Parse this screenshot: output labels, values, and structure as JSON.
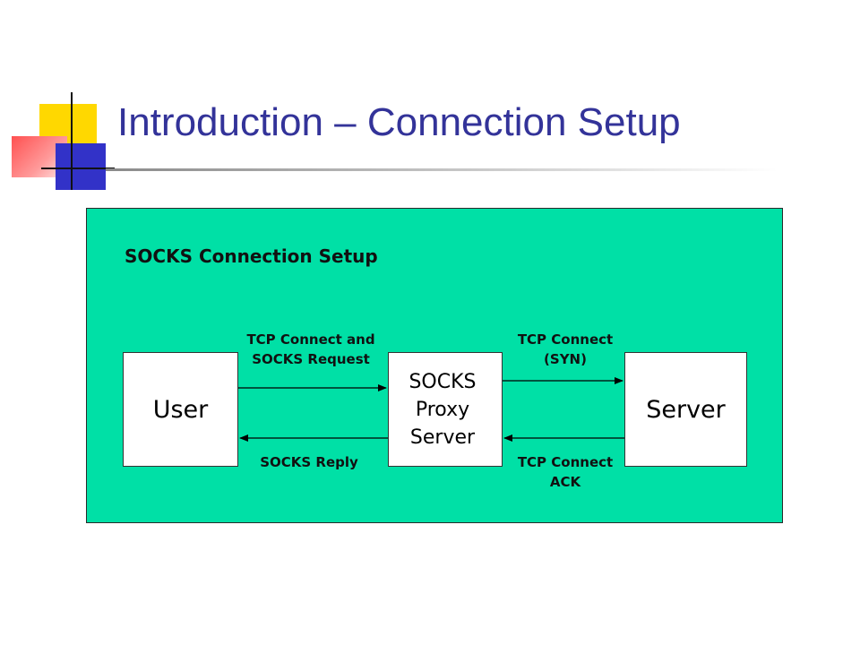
{
  "title": "Introduction – Connection Setup",
  "colors": {
    "title": "#333399",
    "panel_background": "#00e0a6",
    "accent_yellow": "#ffd800",
    "accent_red": "#ff5050",
    "accent_blue": "#3232c8"
  },
  "diagram": {
    "heading": "SOCKS Connection Setup",
    "nodes": {
      "user": "User",
      "proxy": [
        "SOCKS",
        "Proxy",
        "Server"
      ],
      "server": "Server"
    },
    "edges": {
      "user_to_proxy": [
        "TCP Connect and",
        "SOCKS Request"
      ],
      "proxy_to_server": [
        "TCP Connect",
        "(SYN)"
      ],
      "proxy_to_user": [
        "SOCKS Reply"
      ],
      "server_to_proxy": [
        "TCP Connect",
        "ACK"
      ]
    }
  }
}
